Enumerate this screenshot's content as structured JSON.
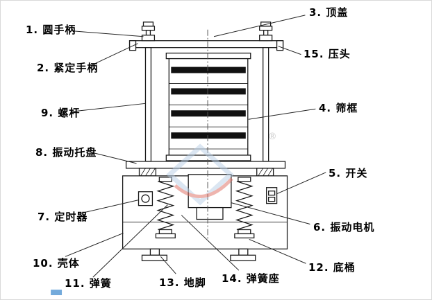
{
  "diagram": {
    "labels": [
      {
        "num": "1",
        "text": "1. 圆手柄"
      },
      {
        "num": "2",
        "text": "2. 紧定手柄"
      },
      {
        "num": "3",
        "text": "3. 顶盖"
      },
      {
        "num": "4",
        "text": "4. 筛框"
      },
      {
        "num": "5",
        "text": "5. 开关"
      },
      {
        "num": "6",
        "text": "6. 振动电机"
      },
      {
        "num": "7",
        "text": "7. 定时器"
      },
      {
        "num": "8",
        "text": "8. 振动托盘"
      },
      {
        "num": "9",
        "text": "9. 螺杆"
      },
      {
        "num": "10",
        "text": "10. 壳体"
      },
      {
        "num": "11",
        "text": "11. 弹簧"
      },
      {
        "num": "12",
        "text": "12. 底桶"
      },
      {
        "num": "13",
        "text": "13. 地脚"
      },
      {
        "num": "14",
        "text": "14. 弹簧座"
      },
      {
        "num": "15",
        "text": "15. 压头"
      }
    ],
    "watermark": {
      "registered_mark": "®"
    },
    "colors": {
      "line": "#1a1a1a",
      "watermark_blue": "#b9cfe6",
      "watermark_red": "#de6b5f"
    }
  }
}
